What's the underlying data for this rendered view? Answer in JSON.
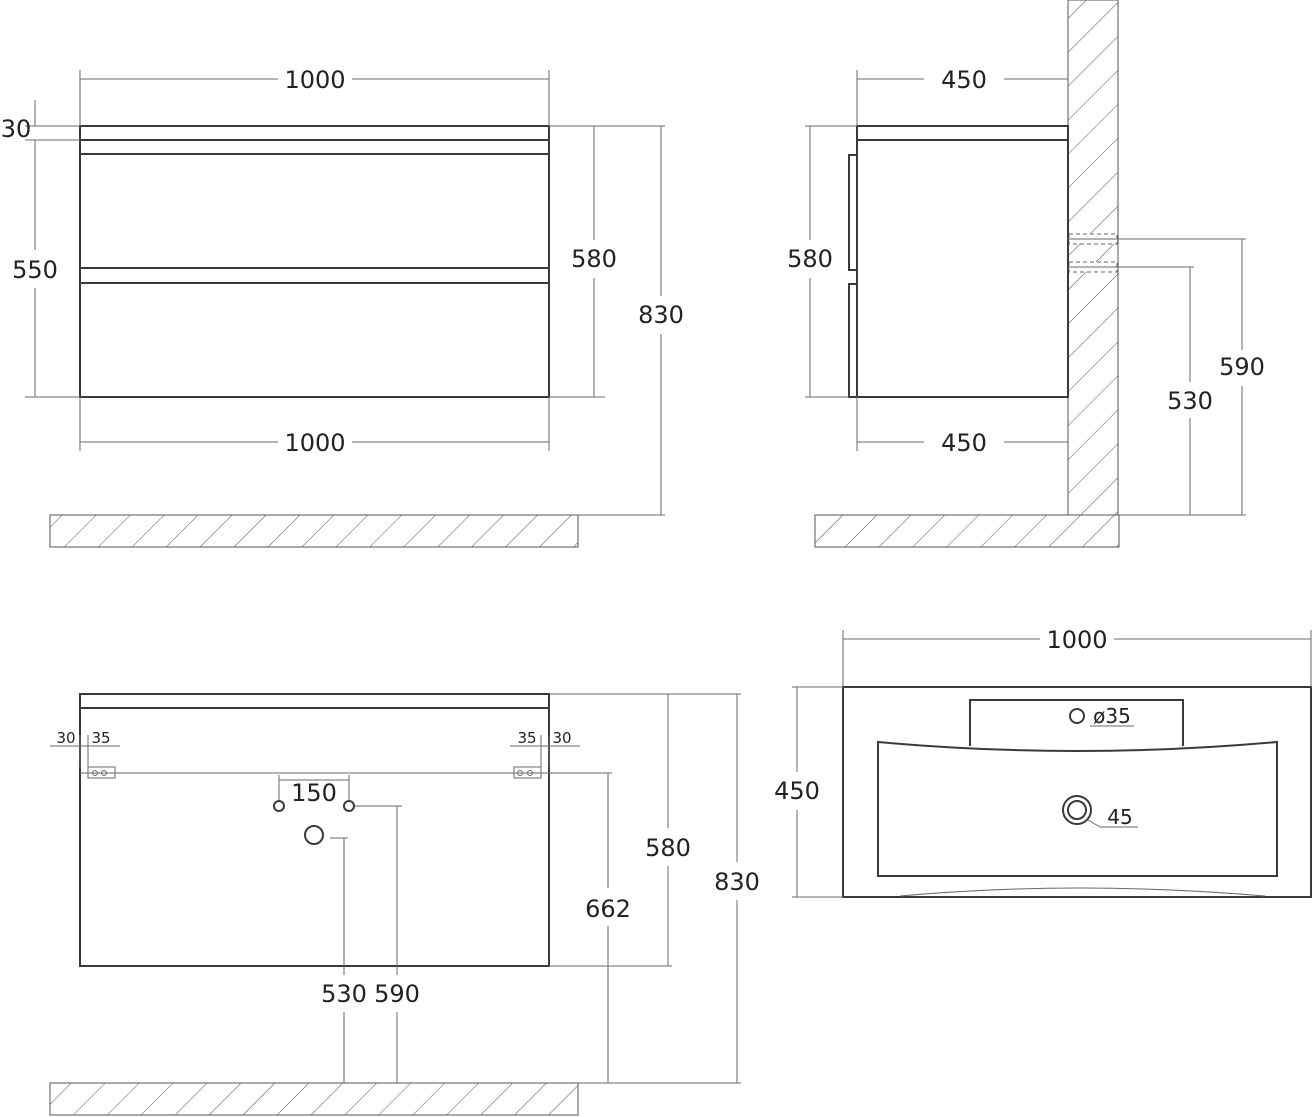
{
  "front_view": {
    "width_top": "1000",
    "width_bottom": "1000",
    "top_thickness": "30",
    "body_height": "550",
    "height_580": "580",
    "total_height": "830"
  },
  "side_view": {
    "depth_top": "450",
    "depth_bottom": "450",
    "height_580": "580",
    "pipe_530": "530",
    "pipe_590": "590"
  },
  "back_view": {
    "left_offset_30": "30",
    "left_offset_35": "35",
    "right_offset_35": "35",
    "right_offset_30": "30",
    "hole_spacing": "150",
    "height_580": "580",
    "height_662": "662",
    "total_height": "830",
    "drain_530": "530",
    "water_590": "590"
  },
  "top_view": {
    "width": "1000",
    "depth": "450",
    "faucet_hole": "ø35",
    "drain_hole": "45"
  },
  "colors": {
    "line": "#3a3a3a",
    "thin_line": "#6a6a6a"
  }
}
